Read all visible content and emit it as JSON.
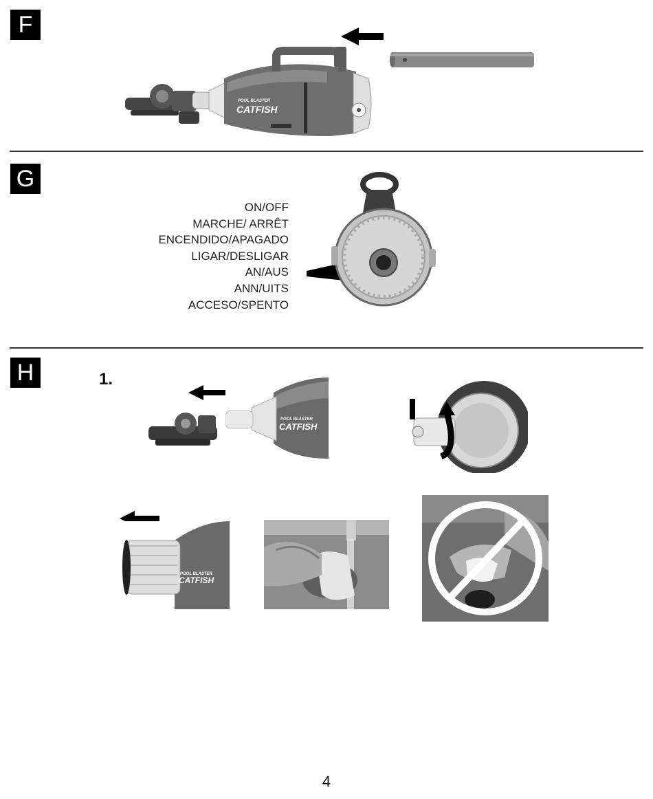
{
  "sections": {
    "f": {
      "letter": "F"
    },
    "g": {
      "letter": "G",
      "labels": [
        "ON/OFF",
        "MARCHE/ ARRÊT",
        "ENCENDIDO/APAGADO",
        "LIGAR/DESLIGAR",
        "AN/AUS",
        "ANN/UITS",
        "ACCESO/SPENTO"
      ]
    },
    "h": {
      "letter": "H",
      "step": "1."
    }
  },
  "product": {
    "brand_small": "POOL BLASTER",
    "brand_large": "CATFISH"
  },
  "page_number": "4"
}
